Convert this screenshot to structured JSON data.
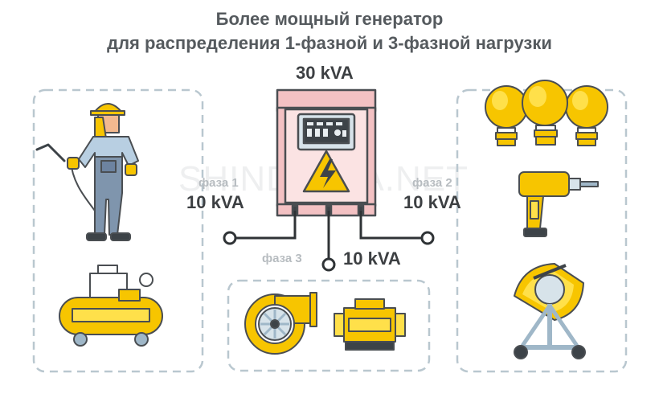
{
  "title": {
    "line1": "Более мощный генератор",
    "line2": "для распределения 1-фазной и 3-фазной нагрузки"
  },
  "generator": {
    "power_label": "30 kVA"
  },
  "phases": [
    {
      "name": "фаза 1",
      "power": "10 kVA"
    },
    {
      "name": "фаза 2",
      "power": "10 kVA"
    },
    {
      "name": "фаза 3",
      "power": "10 kVA"
    }
  ],
  "watermark": "SHINDAIWA.NET",
  "colors": {
    "outline": "#4a4e52",
    "yellow": "#f7c500",
    "yellow_light": "#ffe04a",
    "pink_panel": "#f3c1c3",
    "dark_panel": "#3d4348",
    "dashed_border": "#b9c7cf",
    "worker_blue": "#7f95ad",
    "tool_blue": "#9fb7c8",
    "skin": "#f2b98f"
  }
}
